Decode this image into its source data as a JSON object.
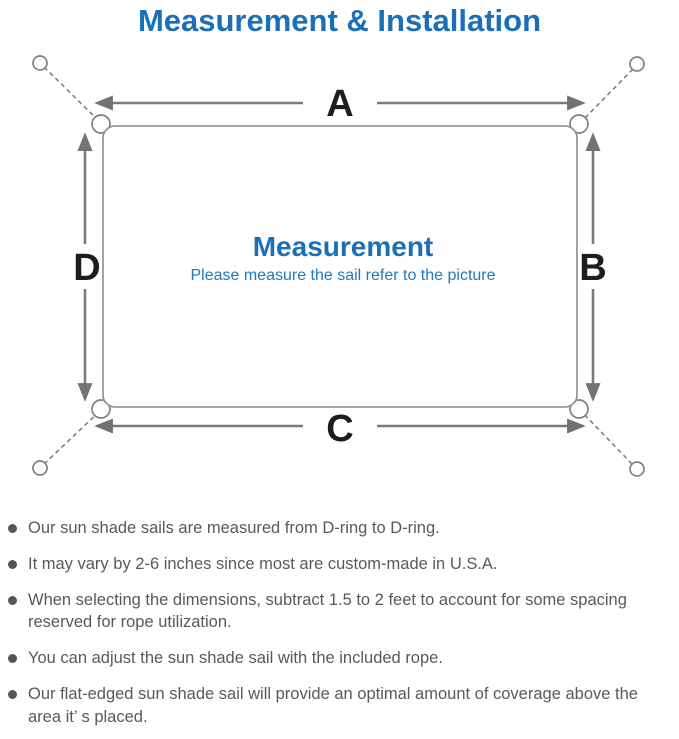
{
  "page": {
    "title": "Measurement & Installation"
  },
  "diagram": {
    "labels": {
      "top": "A",
      "right": "B",
      "bottom": "C",
      "left": "D"
    },
    "center_title": "Measurement",
    "center_subtitle": "Please measure the sail refer to the picture"
  },
  "notes": {
    "items": [
      "Our sun shade sails are measured from D-ring to D-ring.",
      "It may vary by 2-6 inches since most are custom-made in U.S.A.",
      "When selecting the dimensions, subtract 1.5 to 2 feet to account for some spacing reserved for rope utilization.",
      "You can adjust the sun shade sail with the included rope.",
      "Our flat-edged sun shade sail will provide an optimal amount of coverage above the area it’ s placed."
    ]
  },
  "colors": {
    "accent_blue": "#1a70b8",
    "subtitle_blue": "#1f78c0",
    "note_text_gray": "#595959",
    "line_gray": "#808080",
    "arrow_gray": "#737373",
    "label_black": "#1d1d1d"
  }
}
